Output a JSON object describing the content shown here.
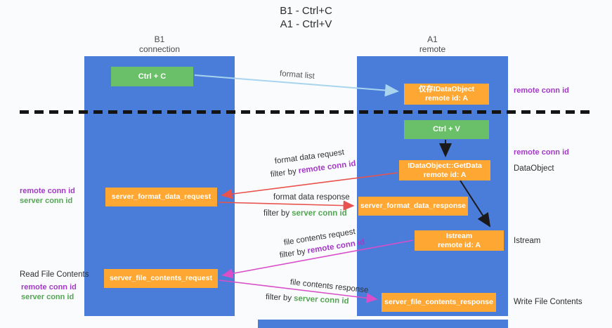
{
  "title": {
    "line1": "B1 - Ctrl+C",
    "line2": "A1 - Ctrl+V"
  },
  "lanes": {
    "b1": {
      "name": "B1",
      "subtitle": "connection"
    },
    "a1": {
      "name": "A1",
      "subtitle": "remote"
    }
  },
  "boxes": {
    "ctrl_c": {
      "label": "Ctrl + C"
    },
    "ctrl_v": {
      "label": "Ctrl + V"
    },
    "idataobject": {
      "line1": "仅存IDataObject",
      "line2": "remote id: A"
    },
    "getdata": {
      "line1": "IDataObject::GetData",
      "line2": "remote id: A"
    },
    "istream": {
      "line1": "Istream",
      "line2": "remote id: A"
    },
    "format_request": {
      "label": "server_format_data_request"
    },
    "format_response": {
      "label": "server_format_data_response"
    },
    "file_request": {
      "label": "server_file_contents_request"
    },
    "file_response": {
      "label": "server_file_contents_response"
    }
  },
  "arrow_labels": {
    "format_list": "format list",
    "format_data_request": "format data request",
    "format_data_response": "format data response",
    "file_contents_request": "file contents request",
    "file_contents_response": "file contents response",
    "filter_by": "filter by"
  },
  "side_labels": {
    "remote_conn_id": "remote conn id",
    "server_conn_id": "server conn id",
    "dataobject": "DataObject",
    "istream": "Istream",
    "read_file_contents": "Read File Contents",
    "write_file_contents": "Write File Contents"
  },
  "colors": {
    "lane_blue": "#4a7cd9",
    "box_orange": "#ffa733",
    "box_green": "#6abf69",
    "purple_text": "#a438c8",
    "green_text": "#53a653",
    "red_arrow": "#e8534e",
    "magenta_arrow": "#d94fc9",
    "blue_arrow": "#a8d4ee",
    "black_arrow": "#1a1a1a"
  }
}
